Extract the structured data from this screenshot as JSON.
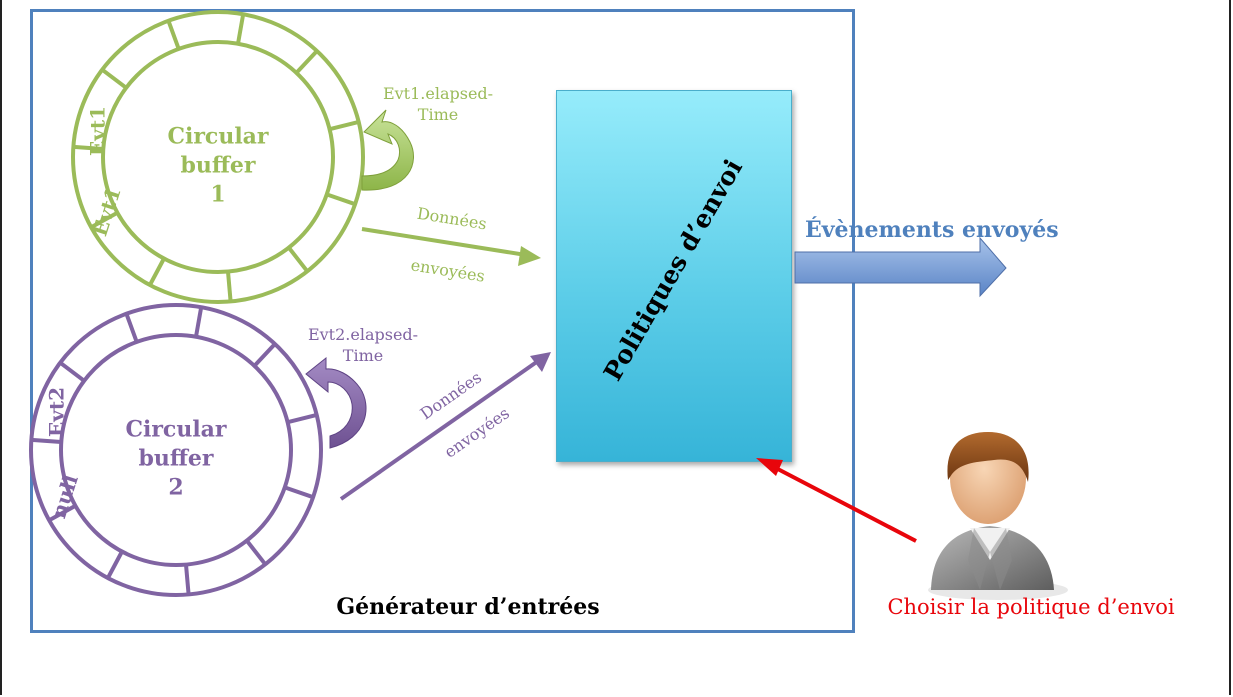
{
  "buffer1": {
    "title_line1": "Circular",
    "title_line2": "buffer",
    "title_line3": "1",
    "slot_labels": [
      "Evt1",
      "Evt1"
    ],
    "elapsed_label_line1": "Evt1.elapsed-",
    "elapsed_label_line2": "Time",
    "data_label_line1": "Données",
    "data_label_line2": "envoyées",
    "color": "#9BBB59"
  },
  "buffer2": {
    "title_line1": "Circular",
    "title_line2": "buffer",
    "title_line3": "2",
    "slot_labels": [
      "Evt2",
      "null"
    ],
    "elapsed_label_line1": "Evt2.elapsed-",
    "elapsed_label_line2": "Time",
    "data_label_line1": "Données",
    "data_label_line2": "envoyées",
    "color": "#8064A2"
  },
  "policy_box": {
    "label": "Politiques d’envoi"
  },
  "generator": {
    "title": "Générateur d’entrées",
    "border_color": "#4F81BD"
  },
  "output": {
    "label": "Évènements envoyés",
    "color": "#4F81BD"
  },
  "user": {
    "label": "Choisir la politique d’envoi",
    "icon": "user-icon",
    "arrow_color": "#E8050B"
  }
}
